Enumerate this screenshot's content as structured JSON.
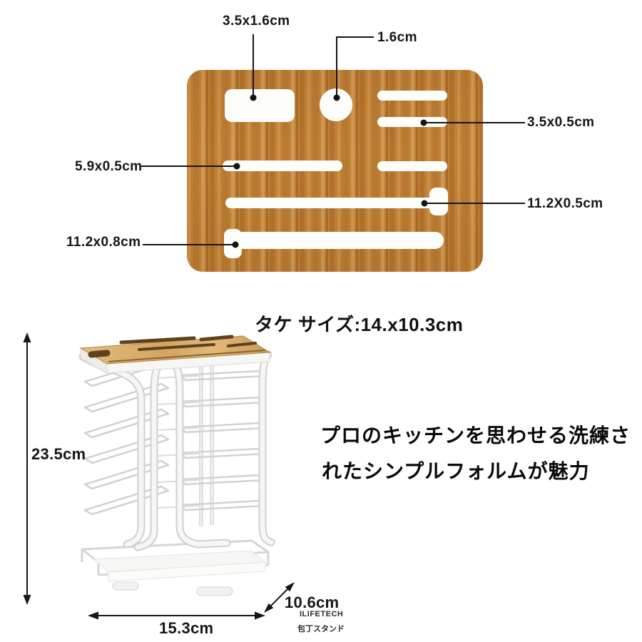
{
  "bamboo_board": {
    "dim_rect_slot": "3.5x1.6cm",
    "dim_hole": "1.6cm",
    "dim_small_slot": "3.5x0.5cm",
    "dim_medium_slot": "5.9x0.5cm",
    "dim_long_thin_slot": "11.2X0.5cm",
    "dim_long_wide_slot": "11.2x0.8cm",
    "size_caption": "タケ サイズ:14.x10.3cm"
  },
  "knife_stand": {
    "height": "23.5cm",
    "width": "15.3cm",
    "depth": "10.6cm",
    "brand": "ILIFETECH",
    "product_name": "包丁スタンド"
  },
  "marketing_copy": {
    "line1": "プロのキッチンを思わせる洗練さ",
    "line2": "れたシンプルフォルムが魅力"
  },
  "colors": {
    "bamboo_base": "#c08338",
    "bamboo_light": "#d9ae6b",
    "annotation_line": "#111111",
    "wire_gray": "#d2d2d0",
    "text": "#111111"
  }
}
